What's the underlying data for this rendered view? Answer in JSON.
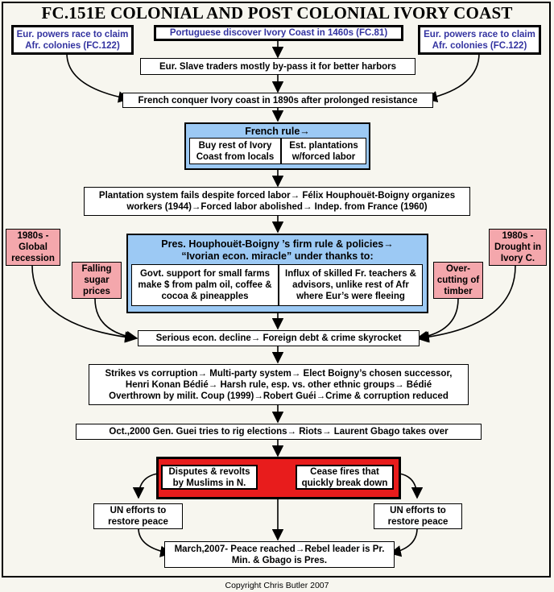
{
  "title": "FC.151E COLONIAL AND POST COLONIAL IVORY COAST",
  "top": {
    "left_race": "Eur. powers race to claim Afr. colonies  (FC.122)",
    "portuguese": "Portuguese discover Ivory Coast in 1460s (FC.81)",
    "right_race": "Eur. powers race to claim Afr. colonies  (FC.122)"
  },
  "flow": {
    "slave_traders": "Eur. Slave traders mostly by-pass it for better harbors",
    "french_conquer": "French conquer Ivory coast in 1890s after prolonged resistance",
    "french_rule": {
      "head": "French rule→",
      "left": "Buy rest of Ivory Coast from locals",
      "right": "Est. plantations w/forced labor"
    },
    "plantation": "Plantation system fails despite forced labor→ Félix Houphouët-Boigny organizes workers (1944)→Forced labor abolished→ Indep. from France (1960)",
    "boigny": {
      "head1": "Pres. Houphouët-Boigny ’s firm rule & policies→",
      "head2": "“Ivorian econ. miracle” under thanks to:",
      "left": "Govt. support for small farms make $ from palm oil, coffee & cocoa & pineapples",
      "right": "Influx of skilled Fr. teachers & advisors, unlike rest of Afr where Eur’s were fleeing"
    },
    "recession": "1980s - Global recession",
    "sugar": "Falling sugar prices",
    "timber": "Over-cutting of timber",
    "drought": "1980s - Drought in Ivory C.",
    "decline": "Serious econ. decline→ Foreign debt & crime skyrocket",
    "strikes_lines": [
      "Strikes vs corruption→ Multi-party system→ Elect Boigny’s chosen successor,",
      "Henri Konan Bédié→ Harsh rule, esp. vs. other ethnic groups→ Bédié",
      "Overthrown by milit. Coup (1999)→Robert Guéi→Crime & corruption reduced"
    ],
    "oct2000": "Oct.,2000 Gen. Guei tries to rig elections→ Riots→ Laurent Gbago takes over",
    "disputes": "Disputes & revolts by Muslims in N.",
    "cease": "Cease fires that quickly break down",
    "un_left": "UN efforts to restore peace",
    "un_right": "UN efforts to restore peace",
    "peace": "March,2007- Peace reached→Rebel leader is Pr. Min. & Gbago is Pres."
  },
  "copyright": "Copyright Chris Butler 2007",
  "colors": {
    "background": "#f7f6ef",
    "french_panel": "#9cc9f4",
    "pink_box": "#f4a7ac",
    "red_panel": "#e81c1c",
    "blue_text": "#3333a0"
  }
}
